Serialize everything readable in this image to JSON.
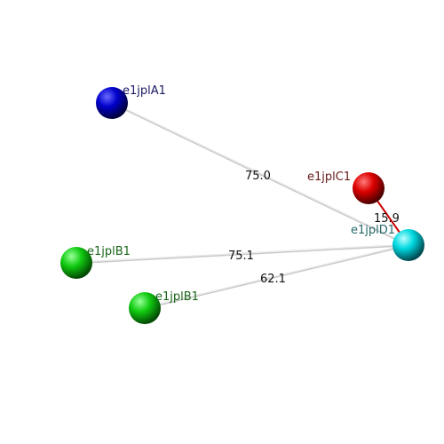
{
  "nodes": [
    {
      "id": "A1",
      "label": "e1jplA1",
      "color": "#0000cc",
      "label_color": "#1a1a66"
    },
    {
      "id": "C1",
      "label": "e1jplC1",
      "color": "#dd0000",
      "label_color": "#661a1a"
    },
    {
      "id": "D1",
      "label": "e1jplD1",
      "color": "#00d8e0",
      "label_color": "#2a6a6a"
    },
    {
      "id": "B1a",
      "label": "e1jplB1",
      "color": "#11cc11",
      "label_color": "#1a661a"
    },
    {
      "id": "B1b",
      "label": "e1jplB1",
      "color": "#11cc11",
      "label_color": "#1a661a"
    }
  ],
  "edges": [
    {
      "from": "A1",
      "to": "D1",
      "label": "75.0",
      "color": "#c8c8c8"
    },
    {
      "from": "C1",
      "to": "D1",
      "label": "15.9",
      "color": "#cc0000"
    },
    {
      "from": "B1a",
      "to": "D1",
      "label": "75.1",
      "color": "#c8c8c8"
    },
    {
      "from": "B1b",
      "to": "D1",
      "label": "62.1",
      "color": "#c8c8c8"
    }
  ]
}
